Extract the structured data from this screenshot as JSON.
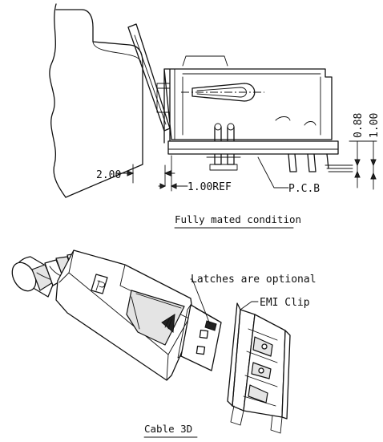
{
  "top_view": {
    "caption": "Fully mated condition",
    "dim_left": "2.00",
    "dim_ref": "1.00REF",
    "pcb_label": "P.C.B",
    "dim_v1": "0.88",
    "dim_v2": "1.00"
  },
  "bottom_view": {
    "caption": "Cable 3D",
    "latch_note": "Latches are optional",
    "emi_label": "EMI Clip"
  }
}
